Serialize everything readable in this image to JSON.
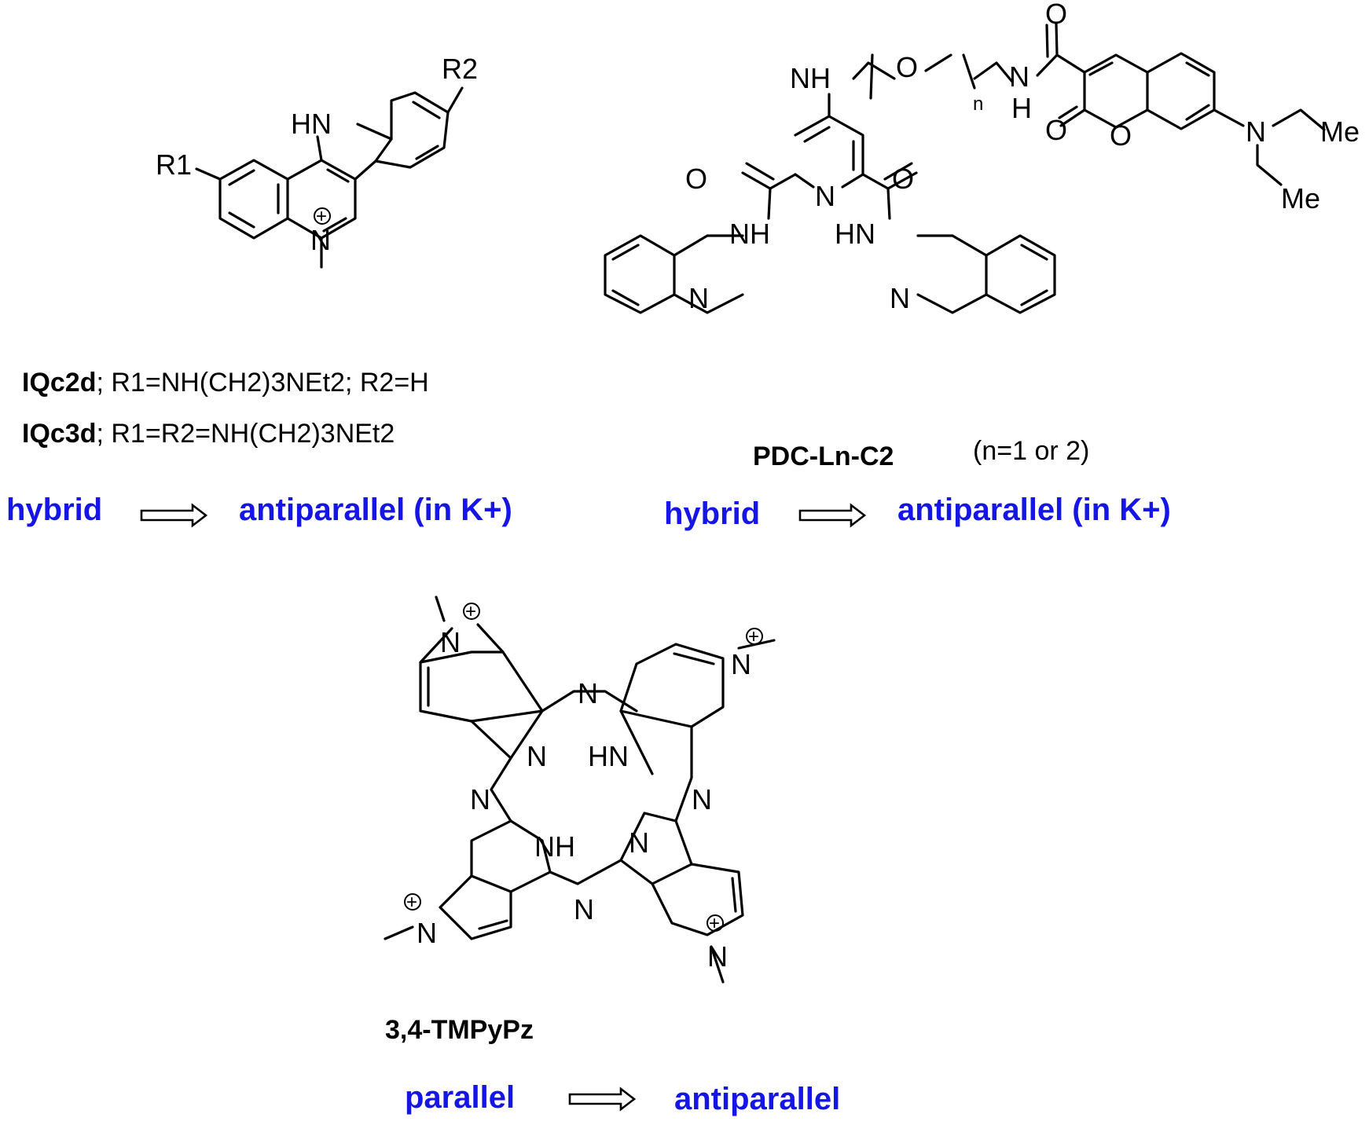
{
  "compounds": [
    {
      "id": "iqc",
      "labels": [
        {
          "name": "IQc2d",
          "substituents": "; R1=NH(CH2)3NEt2; R2=H"
        },
        {
          "name": "IQc3d",
          "substituents": "; R1=R2=NH(CH2)3NEt2"
        }
      ],
      "transition": {
        "from": "hybrid",
        "to": "antiparallel (in K+)"
      }
    },
    {
      "id": "pdc",
      "name": "PDC-Ln-C2",
      "note": "(n=1 or 2)",
      "transition": {
        "from": "hybrid",
        "to": "antiparallel (in K+)"
      }
    },
    {
      "id": "tmpypz",
      "name": "3,4-TMPyPz",
      "transition": {
        "from": "parallel",
        "to": "antiparallel"
      }
    }
  ],
  "atoms": {
    "R1": "R1",
    "R2": "R2",
    "HN": "HN",
    "NH": "NH",
    "N": "N",
    "O": "O",
    "H": "H",
    "n": "n",
    "Me": "Me",
    "plus": "+"
  },
  "colors": {
    "transition_text": "#1515e6",
    "structure": "#000000"
  }
}
